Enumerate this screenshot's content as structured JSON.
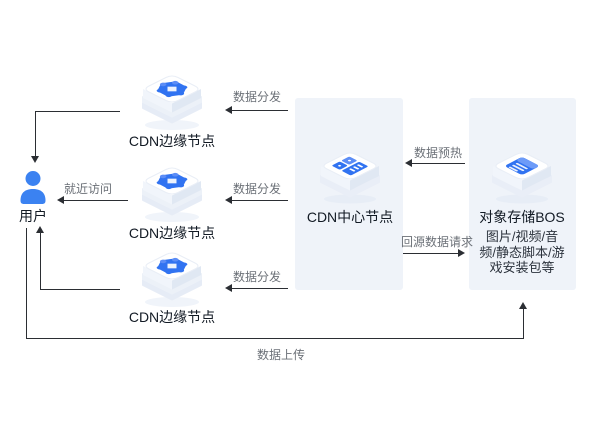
{
  "diagram": {
    "user": {
      "label": "用户"
    },
    "edge_nodes": [
      {
        "label": "CDN边缘节点"
      },
      {
        "label": "CDN边缘节点"
      },
      {
        "label": "CDN边缘节点"
      }
    ],
    "center_node": {
      "label": "CDN中心节点"
    },
    "storage_node": {
      "label": "对象存储BOS",
      "description_lines": [
        "图片/视频/音",
        "频/静态脚本/游",
        "戏安装包等"
      ]
    },
    "flows": {
      "distribute": "数据分发",
      "nearby_access": "就近访问",
      "preheat": "数据预热",
      "origin_request": "回源数据请求",
      "upload": "数据上传"
    },
    "colors": {
      "accent_blue": "#3173f1",
      "accent_blue_light": "#6d9bf8",
      "panel_bg": "#eff3f9",
      "line": "#2b2e33",
      "flow_label_gray": "#6b7077",
      "node_label_dark": "#121a24"
    }
  }
}
